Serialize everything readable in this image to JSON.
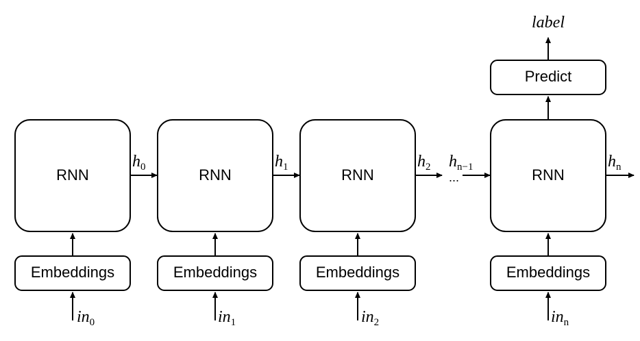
{
  "top_label": {
    "text": "label"
  },
  "predict_box": {
    "label": "Predict"
  },
  "rnn_cells": [
    {
      "label": "RNN",
      "embedding_label": "Embeddings",
      "input_base": "in",
      "input_sub": "0",
      "hidden_base": "h",
      "hidden_sub": "0"
    },
    {
      "label": "RNN",
      "embedding_label": "Embeddings",
      "input_base": "in",
      "input_sub": "1",
      "hidden_base": "h",
      "hidden_sub": "1"
    },
    {
      "label": "RNN",
      "embedding_label": "Embeddings",
      "input_base": "in",
      "input_sub": "2",
      "hidden_base": "h",
      "hidden_sub": "2"
    },
    {
      "label": "RNN",
      "embedding_label": "Embeddings",
      "input_base": "in",
      "input_sub": "n",
      "hidden_base": "h",
      "hidden_sub": "n"
    }
  ],
  "prev_hidden": {
    "base": "h",
    "sub": "n−1"
  },
  "ellipsis": "..."
}
